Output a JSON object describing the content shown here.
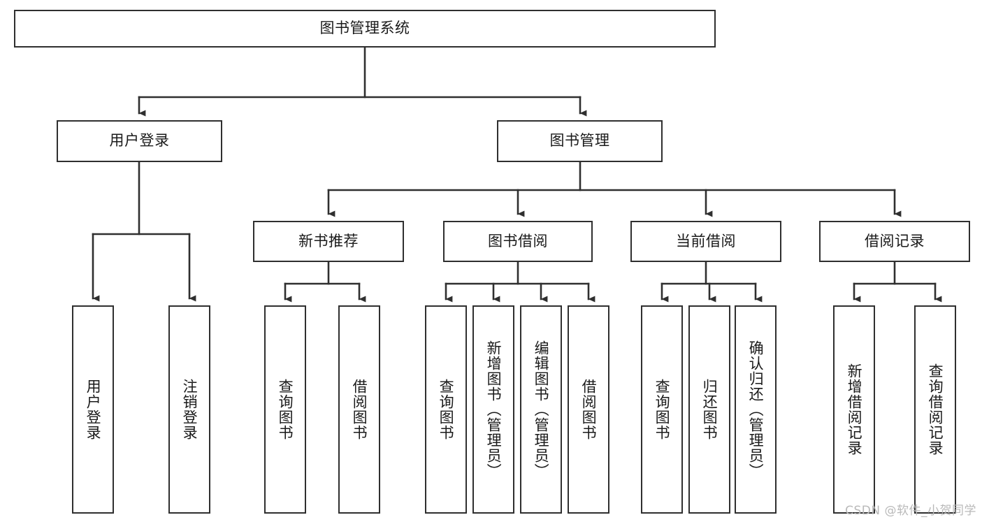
{
  "diagram": {
    "title": "图书管理系统",
    "type": "tree-hierarchy-diagram",
    "root": {
      "label": "图书管理系统"
    },
    "level2": [
      {
        "label": "用户登录"
      },
      {
        "label": "图书管理"
      }
    ],
    "level3": [
      {
        "label": "新书推荐"
      },
      {
        "label": "图书借阅"
      },
      {
        "label": "当前借阅"
      },
      {
        "label": "借阅记录"
      }
    ],
    "leaves": {
      "user_login": [
        {
          "label": "用户登录"
        },
        {
          "label": "注销登录"
        }
      ],
      "new_book_recommend": [
        {
          "label": "查询图书"
        },
        {
          "label": "借阅图书"
        }
      ],
      "book_borrow": [
        {
          "label": "查询图书"
        },
        {
          "label": "新增图书（管理员）"
        },
        {
          "label": "编辑图书（管理员）"
        },
        {
          "label": "借阅图书"
        }
      ],
      "current_borrow": [
        {
          "label": "查询图书"
        },
        {
          "label": "归还图书"
        },
        {
          "label": "确认归还（管理员）"
        }
      ],
      "borrow_record": [
        {
          "label": "新增借阅记录"
        },
        {
          "label": "查询借阅记录"
        }
      ]
    }
  },
  "watermark": {
    "text": "CSDN @软件_小贺同学"
  },
  "colors": {
    "border": "#2f2f2f",
    "text": "#1a1a1a",
    "background": "#ffffff",
    "watermark": "#b9b9b9"
  }
}
